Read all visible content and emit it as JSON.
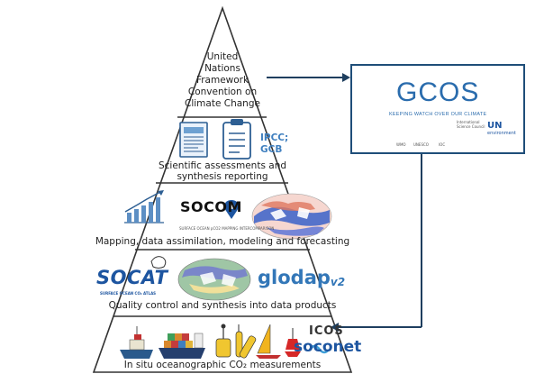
{
  "tiers": {
    "top": {
      "lines": [
        "United",
        "Nations",
        "Framework",
        "Convention on",
        "Climate Change"
      ]
    },
    "assessments": {
      "label_line1": "Scientific assessments and",
      "label_line2": "synthesis reporting",
      "ipcc_line1": "IPCC;",
      "ipcc_line2": "GCB",
      "icons": [
        "document-icon",
        "clipboard-icon"
      ]
    },
    "mapping": {
      "label": "Mapping, data assimilation, modeling and forecasting",
      "socom_logo": "SOCOM",
      "socom_tagline": "SURFACE OCEAN pCO2 MAPPING INTERCOMPARISON",
      "icons": [
        "bar-growth-icon",
        "socom-logo",
        "global-map-image"
      ]
    },
    "quality": {
      "label": "Quality control and synthesis into data products",
      "socat_logo": "SOCAT",
      "socat_tagline": "SURFACE OCEAN CO₂ ATLAS",
      "glodap_logo": "glodap",
      "glodap_version": "v2",
      "icons": [
        "socat-logo",
        "globe-data-image",
        "glodap-logo"
      ]
    },
    "insitu": {
      "label": "In situ oceanographic CO₂ measurements",
      "icos_logo": "ICOS",
      "soconet_logo": "soconet",
      "icons": [
        "research-ship-icon",
        "cargo-ship-icon",
        "mooring-buoy-icon",
        "float-icon",
        "glider-icon",
        "saildrone-icon",
        "wave-glider-icon",
        "icos-logo",
        "soconet-logo"
      ]
    }
  },
  "gcos": {
    "name": "GCOS",
    "tagline": "KEEPING WATCH OVER OUR CLIMATE",
    "partners": [
      "WMO",
      "UNESCO",
      "IOC",
      "International Science Council",
      "UN environment"
    ],
    "un_text": "UN",
    "env_text": "environment"
  },
  "colors": {
    "outline": "#333333",
    "arrow": "#1f3f5f",
    "accent_blue": "#2a6cad",
    "socat_blue": "#1d55a0",
    "glodap_blue": "#3377b8"
  }
}
